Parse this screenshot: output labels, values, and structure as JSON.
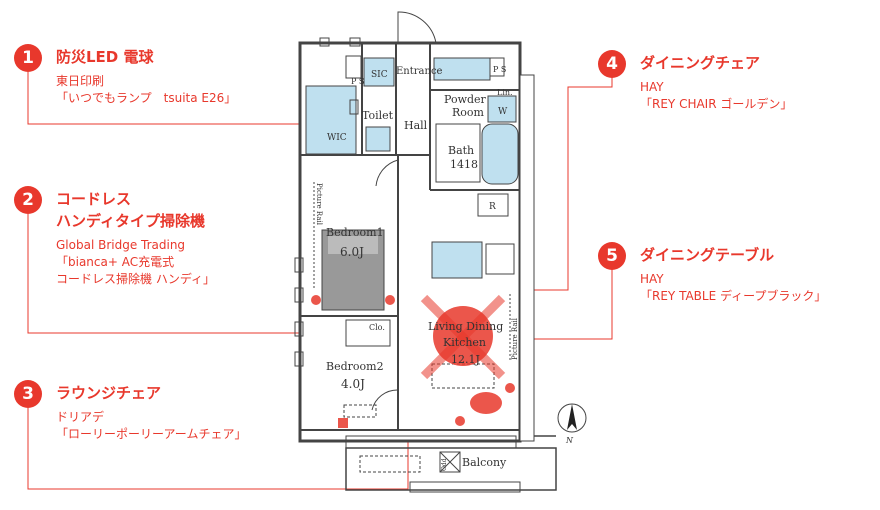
{
  "callouts": [
    {
      "num": "1",
      "title": "防災LED 電球",
      "lines": [
        "東日印刷",
        "「いつでもランプ　tsuita E26」"
      ]
    },
    {
      "num": "2",
      "title_lines": [
        "コードレス",
        "ハンディタイプ掃除機"
      ],
      "lines": [
        "Global Bridge Trading",
        "「bianca+ AC充電式",
        "コードレス掃除機 ハンディ」"
      ]
    },
    {
      "num": "3",
      "title": "ラウンジチェア",
      "lines": [
        "ドリアデ",
        "「ローリーポーリーアームチェア」"
      ]
    },
    {
      "num": "4",
      "title": "ダイニングチェア",
      "lines": [
        "HAY",
        "「REY CHAIR ゴールデン」"
      ]
    },
    {
      "num": "5",
      "title": "ダイニングテーブル",
      "lines": [
        "HAY",
        "「REY TABLE ディープブラック」"
      ]
    }
  ],
  "rooms": {
    "ps1": "P S",
    "ps2": "P S",
    "sic": "SIC",
    "entrance": "Entrance",
    "toilet": "Toilet",
    "hall": "Hall",
    "wic": "WIC",
    "powder1": "Powder",
    "powder2": "Room",
    "lin": "Lin.",
    "w": "W",
    "bath": "Bath",
    "bath_size": "1418",
    "r": "R",
    "bedroom1": "Bedroom1",
    "bedroom1_size": "6.0J",
    "clo": "Clo.",
    "bedroom2": "Bedroom2",
    "bedroom2_size": "4.0J",
    "ldk1": "Living Dining",
    "ldk2": "Kitchen",
    "ldk_size": "12.1J",
    "picture_rail": "Picture Rail",
    "balcony": "Balcony",
    "odd": "Odd",
    "north": "N"
  },
  "colors": {
    "accent": "#e8382c",
    "wall": "#444444",
    "fixture": "#bfe0ef"
  }
}
